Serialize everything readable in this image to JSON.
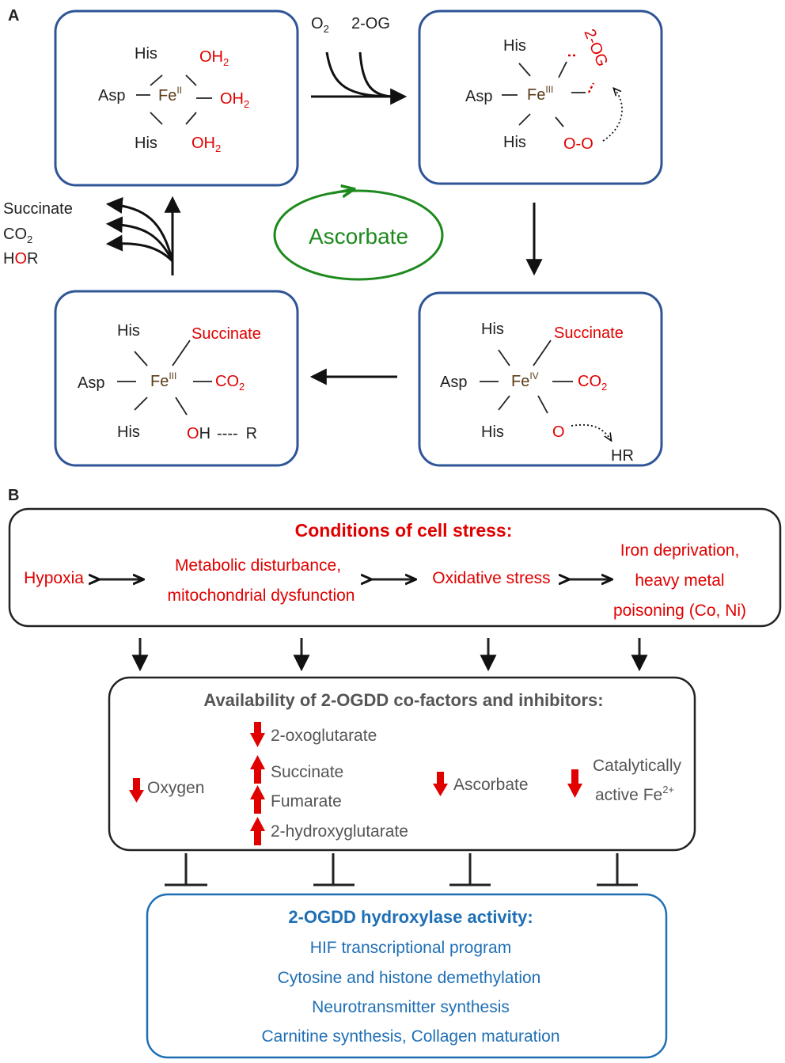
{
  "colors": {
    "box_border_a": "#2f5597",
    "ligand_black": "#222222",
    "ligand_red": "#e00000",
    "iron_brown": "#5a3b17",
    "ascorbate_green": "#1e8a1e",
    "activity_blue": "#1f6fb5",
    "cofactor_title_gray": "#555555",
    "arrow_red": "#e00000"
  },
  "panel_a": {
    "label": "A",
    "box1": {
      "iron": "Fe",
      "ox": "II",
      "axial_top": "His",
      "axial_bottom": "His",
      "left": "Asp",
      "w1": "OH",
      "w2": "OH",
      "w3": "OH",
      "sub2": "2"
    },
    "box2": {
      "iron": "Fe",
      "ox": "III",
      "his_top": "His",
      "his_bottom": "His",
      "left": "Asp",
      "og": "2-OG",
      "oo": "O-O"
    },
    "box3": {
      "iron": "Fe",
      "ox": "IV",
      "his_top": "His",
      "his_bottom": "His",
      "left": "Asp",
      "succinate": "Succinate",
      "co": "CO",
      "co_sub": "2",
      "oxo": "O",
      "hr": "HR"
    },
    "box4": {
      "iron": "Fe",
      "ox": "III",
      "his_top": "His",
      "his_bottom": "His",
      "left": "Asp",
      "succinate": "Succinate",
      "co": "CO",
      "co_sub": "2",
      "oh_o": "O",
      "oh_h": "H",
      "dash": "----",
      "r": "R"
    },
    "inputs": {
      "o2": "O",
      "o2_sub": "2",
      "og": "2-OG"
    },
    "outputs": {
      "succinate": "Succinate",
      "co2": "CO",
      "co2_sub": "2",
      "hor_h": "H",
      "hor_o": "O",
      "hor_r": "R"
    },
    "center": "Ascorbate"
  },
  "panel_b": {
    "label": "B",
    "stress": {
      "title": "Conditions of cell stress:",
      "hypoxia": "Hypoxia",
      "metabolic_1": "Metabolic disturbance,",
      "metabolic_2": "mitochondrial dysfunction",
      "oxidative": "Oxidative stress",
      "iron_1": "Iron deprivation,",
      "iron_2": "heavy metal",
      "iron_3": "poisoning (Co, Ni)"
    },
    "cofactors": {
      "title": "Availability of 2-OGDD co-factors and inhibitors:",
      "oxygen": "Oxygen",
      "oxoglutarate": "2-oxoglutarate",
      "succinate": "Succinate",
      "fumarate": "Fumarate",
      "hydroxyglutarate": "2-hydroxyglutarate",
      "ascorbate": "Ascorbate",
      "fe_1": "Catalytically",
      "fe_2": "active Fe",
      "fe_sup": "2+"
    },
    "activity": {
      "title": "2-OGDD hydroxylase activity:",
      "items": [
        "HIF transcriptional program",
        "Cytosine and histone demethylation",
        "Neurotransmitter synthesis",
        "Carnitine synthesis, Collagen maturation"
      ]
    }
  }
}
